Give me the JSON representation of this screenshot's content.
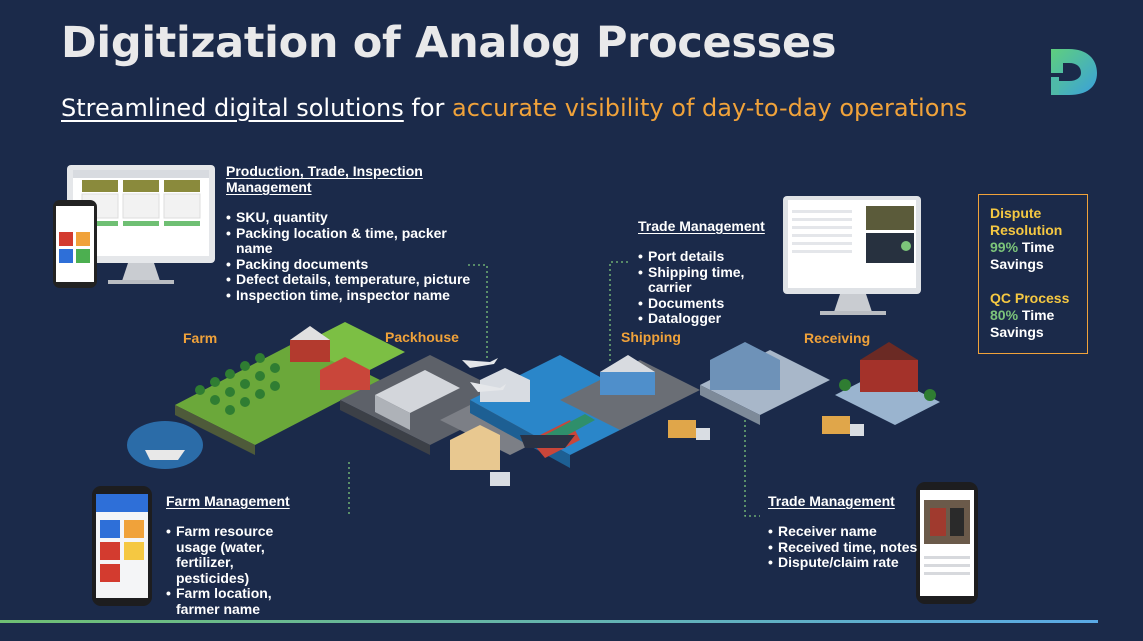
{
  "header": {
    "title": "Digitization of Analog Processes",
    "subtitle_underlined": "Streamlined digital solutions",
    "subtitle_plain": " for ",
    "subtitle_highlight": "accurate visibility of day-to-day operations"
  },
  "colors": {
    "background": "#1b2a4a",
    "accent_orange": "#f0a23a",
    "accent_green": "#7cc47a",
    "stat_yellow": "#f5c842"
  },
  "logo": {
    "icon": "d-logo-icon"
  },
  "sections": {
    "production": {
      "heading": "Production, Trade, Inspection Management",
      "items": [
        "SKU, quantity",
        "Packing location & time, packer name",
        "Packing documents",
        "Defect details, temperature, picture",
        "Inspection time, inspector name"
      ]
    },
    "trade_top": {
      "heading": "Trade Management",
      "items": [
        "Port details",
        "Shipping time, carrier",
        "Documents",
        "Datalogger"
      ]
    },
    "farm": {
      "heading": "Farm Management",
      "items": [
        "Farm resource usage (water, fertilizer, pesticides)",
        "Farm location, farmer name"
      ]
    },
    "trade_bottom": {
      "heading": "Trade Management",
      "items": [
        "Receiver name",
        "Received time, notes",
        "Dispute/claim rate"
      ]
    }
  },
  "stages": {
    "farm": "Farm",
    "packhouse": "Packhouse",
    "shipping": "Shipping",
    "receiving": "Receiving"
  },
  "stats": {
    "dispute_label": "Dispute Resolution",
    "dispute_value": "99%",
    "dispute_suffix": " Time Savings",
    "qc_label": "QC Process",
    "qc_value": "80%",
    "qc_suffix": " Time Savings"
  }
}
